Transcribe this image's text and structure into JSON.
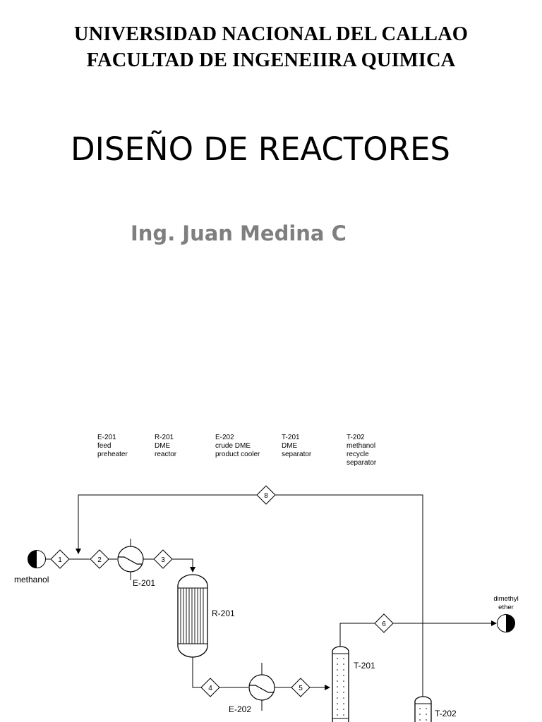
{
  "header": {
    "line1": "UNIVERSIDAD NACIONAL DEL CALLAO",
    "line2": "FACULTAD DE INGENEIIRA QUIMICA"
  },
  "slide_title": "DISEÑO DE REACTORES",
  "presenter": "Ing. Juan Medina C",
  "diagram": {
    "legend": [
      {
        "tag": "E-201",
        "line1": "feed",
        "line2": "preheater",
        "line3": ""
      },
      {
        "tag": "R-201",
        "line1": "DME",
        "line2": "reactor",
        "line3": ""
      },
      {
        "tag": "E-202",
        "line1": "crude DME",
        "line2": "product cooler",
        "line3": ""
      },
      {
        "tag": "T-201",
        "line1": "DME",
        "line2": "separator",
        "line3": ""
      },
      {
        "tag": "T-202",
        "line1": "methanol",
        "line2": "recycle",
        "line3": "separator"
      }
    ],
    "streams": [
      "1",
      "2",
      "3",
      "4",
      "5",
      "6",
      "8"
    ],
    "equipment": {
      "e201": "E-201",
      "r201": "R-201",
      "e202": "E-202",
      "t201": "T-201",
      "t202": "T-202"
    },
    "feed": "methanol",
    "product_line1": "dimethyl",
    "product_line2": "ether"
  }
}
